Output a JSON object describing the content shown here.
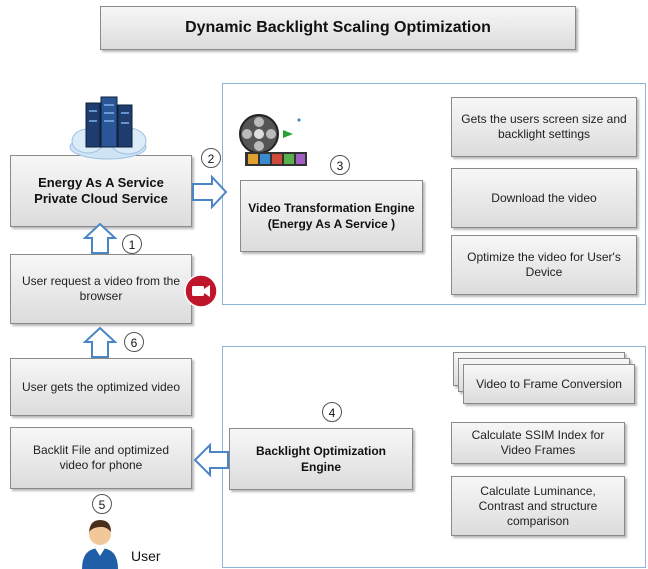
{
  "title": "Dynamic Backlight Scaling Optimization",
  "left": {
    "cloud_service": "Energy As A Service Private Cloud Service",
    "user_request": "User request a video from the browser",
    "user_gets": "User gets the optimized video",
    "backlit_file": "Backlit File and optimized video for phone",
    "user_label": "User"
  },
  "engines": {
    "video_transformation": "Video Transformation Engine (Energy As A Service )",
    "backlight_optimization": "Backlight Optimization Engine"
  },
  "video_steps": [
    "Gets the users screen size and backlight settings",
    "Download the video",
    "Optimize the video for User's Device"
  ],
  "backlight_steps": [
    "Video to Frame Conversion",
    "Calculate SSIM Index for Video Frames",
    "Calculate Luminance, Contrast and structure comparison"
  ],
  "step_numbers": [
    "1",
    "2",
    "3",
    "4",
    "5",
    "6"
  ],
  "colors": {
    "panel_border": "#8fb6d8",
    "arrow": "#4a86c5",
    "video_badge": "#c0162c"
  },
  "icons": [
    "cloud-server-icon",
    "film-reel-icon",
    "video-camera-icon",
    "user-icon"
  ]
}
